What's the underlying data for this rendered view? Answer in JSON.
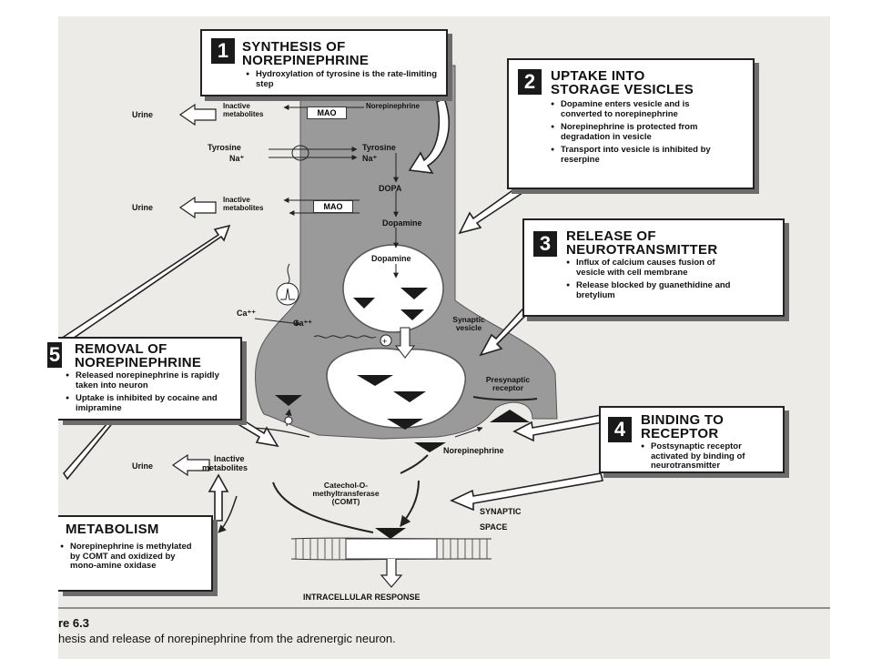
{
  "boxes": {
    "b1": {
      "num": "1",
      "title1": "SYNTHESIS OF",
      "title2": "NOREPINEPHRINE",
      "bullets": [
        "Hydroxylation of tyrosine is the rate-limiting step"
      ]
    },
    "b2": {
      "num": "2",
      "title1": "UPTAKE INTO",
      "title2": "STORAGE VESICLES",
      "bullets": [
        "Dopamine enters vesicle and is converted to norepinephrine",
        "Norepinephrine is protected from degradation in vesicle",
        "Transport into vesicle is inhibited by reserpine"
      ]
    },
    "b3": {
      "num": "3",
      "title1": "RELEASE OF",
      "title2": "NEUROTRANSMITTER",
      "bullets": [
        "Influx of calcium causes fusion of vesicle with cell membrane",
        "Release blocked by guanethidine and bretylium"
      ]
    },
    "b4": {
      "num": "4",
      "title1": "BINDING TO",
      "title2": "RECEPTOR",
      "bullets": [
        "Postsynaptic receptor activated by binding of neurotransmitter"
      ]
    },
    "b5": {
      "num": "5",
      "title1": "REMOVAL OF",
      "title2": "NOREPINEPHRINE",
      "bullets": [
        "Released norepinephrine is rapidly taken into neuron",
        "Uptake is inhibited by cocaine and imipramine"
      ]
    },
    "b6": {
      "title": "METABOLISM",
      "bullets": [
        "Norepinephrine is methylated by COMT and oxidized by mono-amine oxidase"
      ]
    }
  },
  "labels": {
    "urine": "Urine",
    "inactive": "Inactive",
    "metabolites": "metabolites",
    "mao": "MAO",
    "norepinephrine": "Norepinephrine",
    "tyrosine": "Tyrosine",
    "na": "Na⁺",
    "dopa": "DOPA",
    "dopamine": "Dopamine",
    "ca": "Ca⁺⁺",
    "synaptic_vesicle": "Synaptic vesicle",
    "presynaptic_receptor": "Presynaptic receptor",
    "comt": "Catechol-O-methyltransferase (COMT)",
    "synaptic_space1": "SYNAPTIC",
    "synaptic_space2": "SPACE",
    "intracellular_response": "INTRACELLULAR RESPONSE"
  },
  "caption": {
    "line1": "re 6.3",
    "line2": "hesis and release of norepinephrine from the adrenergic neuron."
  }
}
